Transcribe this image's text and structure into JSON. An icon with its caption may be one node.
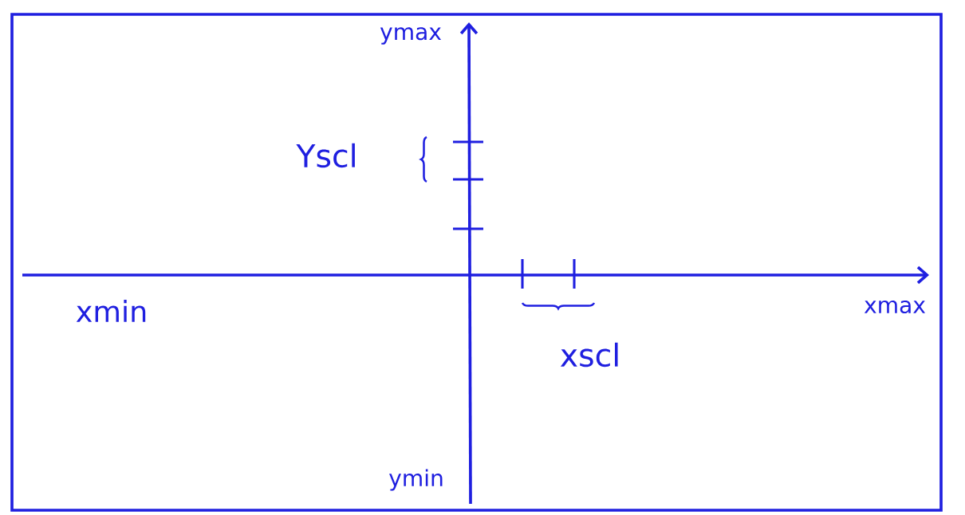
{
  "diagram": {
    "labels": [
      "ymax",
      "Yscl",
      "xmin",
      "xmax",
      "xscl",
      "ymin"
    ]
  }
}
